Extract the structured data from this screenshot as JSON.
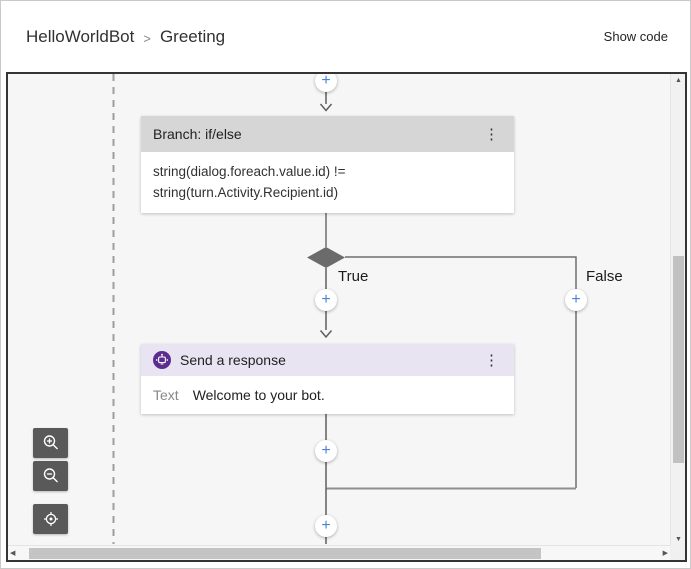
{
  "ui": {
    "plus": "+",
    "more": "⋮",
    "breadcrumb_separator": ">",
    "scroll_up": "▲",
    "scroll_down": "▼",
    "scroll_left": "◀",
    "scroll_right": "▶"
  },
  "header": {
    "project": "HelloWorldBot",
    "dialog": "Greeting",
    "show_code": "Show code"
  },
  "flow": {
    "branch": {
      "title": "Branch: if/else",
      "condition_line1": "string(dialog.foreach.value.id) !=",
      "condition_line2": "string(turn.Activity.Recipient.id)"
    },
    "true_label": "True",
    "false_label": "False",
    "response": {
      "title": "Send a response",
      "field_label": "Text",
      "text": "Welcome to your bot."
    }
  },
  "colors": {
    "branch_header": "#d6d6d6",
    "response_header": "#e9e4f2",
    "bot_icon_purple": "#5c2d91",
    "plus_blue": "#4c83d4",
    "connector_gray": "#6f6f6f",
    "diamond_gray": "#6b6b6b",
    "canvas_bg": "#f6f6f6",
    "zoom_button_bg": "#595959"
  }
}
